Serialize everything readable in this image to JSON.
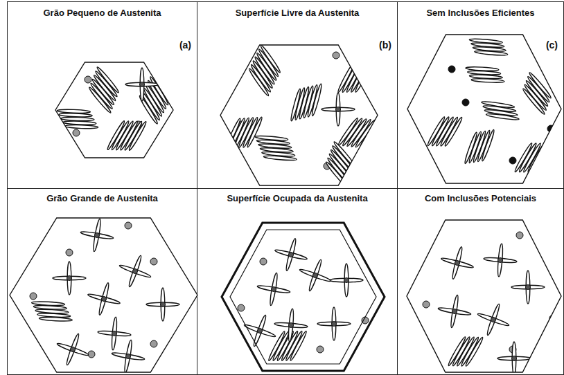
{
  "diagram": {
    "nodes": [
      {
        "text": [
          "Grão Pequeno de Austenita",
          "(a)"
        ]
      },
      {
        "text": [
          "Superfície Livre da Austenita",
          "(b)"
        ]
      },
      {
        "text": [
          "Sem Inclusões Eficientes",
          "(c)"
        ]
      },
      {
        "text": [
          "Grão Grande de Austenita"
        ]
      },
      {
        "text": [
          "Superfície Ocupada da Austenita"
        ]
      },
      {
        "text": [
          "Com Inclusões Potenciais"
        ]
      }
    ]
  }
}
